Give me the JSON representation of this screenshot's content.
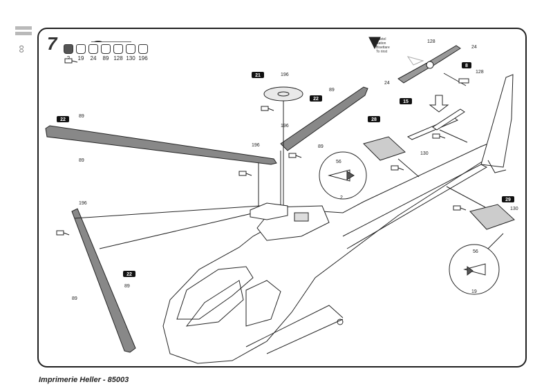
{
  "step": {
    "number": "7"
  },
  "paints": [
    "2",
    "19",
    "24",
    "89",
    "128",
    "130",
    "196"
  ],
  "legend": {
    "lines": [
      "Ruetel",
      "Nation",
      "Bisettare",
      "To rinst"
    ]
  },
  "callouts": {
    "rotor_top": "196",
    "blade_right_top": "89",
    "blade_right_paint": "89",
    "blade_left_top": "89",
    "blade_left_paint": "89",
    "hub_left": "196",
    "hub_right": "196",
    "blade_front_top": "196",
    "blade_front_a": "89",
    "blade_front_b": "89",
    "tail_rotor_128a": "128",
    "tail_rotor_24a": "24",
    "tail_rotor_24b": "24",
    "tail_rotor_128b": "128",
    "stab_left_130": "130",
    "stab_right_130": "130",
    "detail1_56": "56",
    "detail1_2": "2",
    "detail2_56": "56",
    "detail2_19": "19"
  },
  "parts": {
    "rotor_disc": "21",
    "blade_right": "22",
    "blade_left": "22",
    "blade_front": "22",
    "tail_hub": "8",
    "tail_rotor": "15",
    "stab_left": "28",
    "stab_right": "29"
  },
  "footer": {
    "text": "Imprimerie Heller - 85003"
  }
}
